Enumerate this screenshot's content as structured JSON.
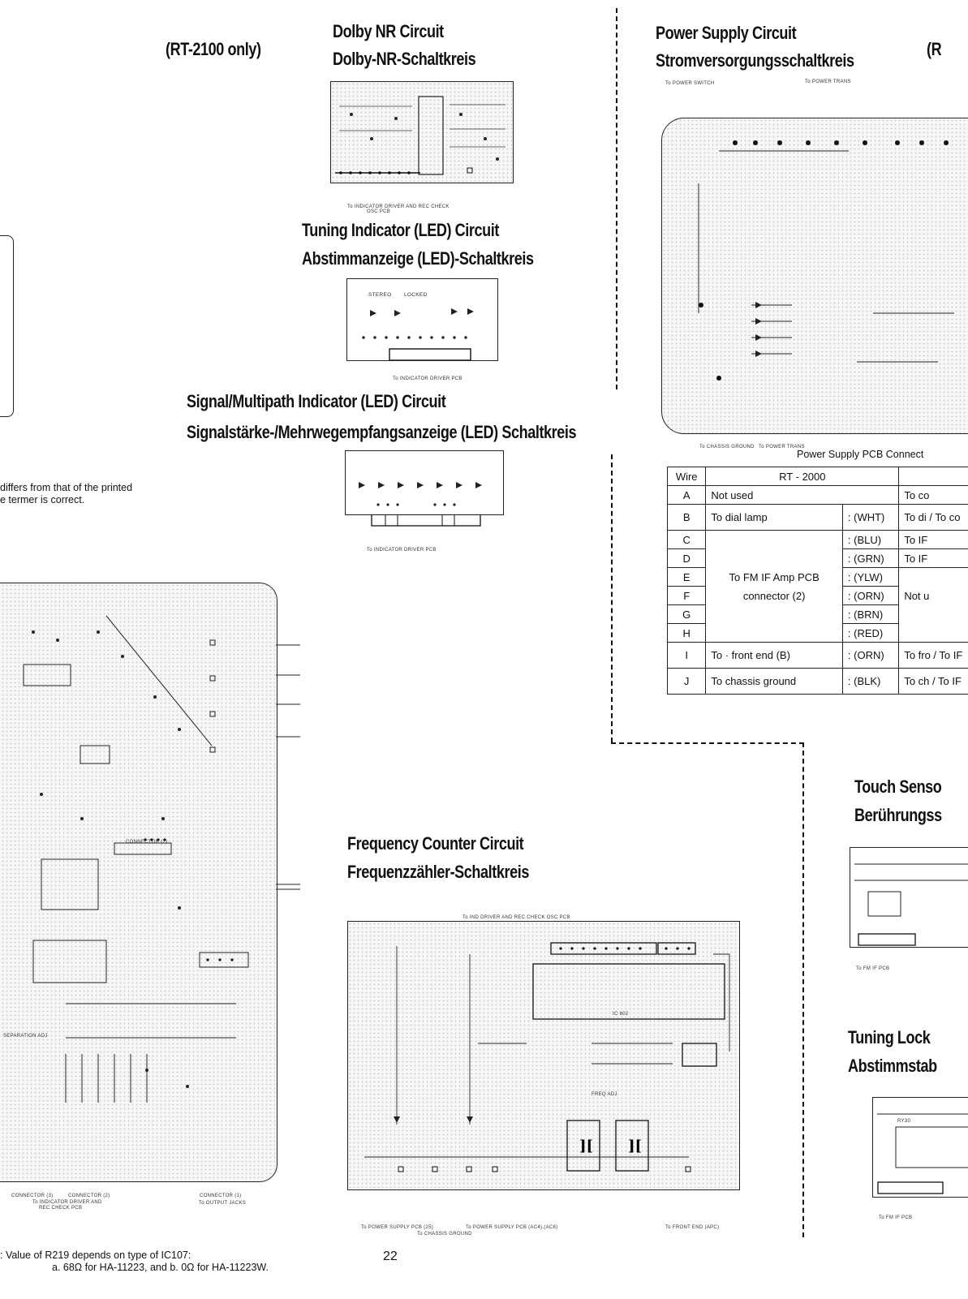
{
  "titles": {
    "rt2100_only": "(RT-2100 only)",
    "dolby_en": "Dolby NR Circuit",
    "dolby_de": "Dolby-NR-Schaltkreis",
    "tuning_en": "Tuning Indicator (LED) Circuit",
    "tuning_de": "Abstimmanzeige (LED)-Schaltkreis",
    "signal_en": "Signal/Multipath Indicator (LED) Circuit",
    "signal_de": "Signalstärke-/Mehrwegempfangsanzeige (LED) Schaltkreis",
    "power_en": "Power Supply Circuit",
    "power_de": "Stromversorgungsschaltkreis",
    "power_right_cut": "(R",
    "freq_en": "Frequency Counter Circuit",
    "freq_de": "Frequenzzähler-Schaltkreis",
    "touch_en": "Touch Senso",
    "touch_de": "Berührungss",
    "lock_en": "Tuning Lock",
    "lock_de": "Abstimmstab"
  },
  "notes": {
    "differs_1": "differs from that of the printed",
    "differs_2": "e termer is correct.",
    "r219_1": ":  Value of R219 depends on type of IC107:",
    "r219_2": "a.  68Ω for HA-11223, and  b.  0Ω for HA-11223W.",
    "page": "22"
  },
  "diagram_labels": {
    "dolby_bottom_1": "To INDICATOR DRIVER AND REC CHECK",
    "dolby_bottom_2": "OSC PCB",
    "tuning_stereo": "STEREO",
    "tuning_locked": "LOCKED",
    "tuning_bottom": "To INDICATOR DRIVER PCB",
    "signal_bottom": "To INDICATOR DRIVER PCB",
    "freq_top": "To IND DRIVER AND REC CHECK OSC PCB",
    "freq_ic": "IC 602",
    "freq_adj": "FREQ ADJ",
    "freq_b1": "To POWER SUPPLY PCB (25)",
    "freq_b2": "To CHASSIS GROUND",
    "freq_b3": "To POWER SUPPLY PCB (AC4),(AC6)",
    "freq_b4": "To FRONT END (APC)",
    "power_switch": "To POWER SWITCH",
    "power_trans": "To POWER TRANS",
    "power_chassis": "To CHASSIS GROUND",
    "power_trans_b": "To POWER TRANS",
    "main_connector3": "CONNECTOR (3)",
    "main_connector2": "CONNECTOR (2)",
    "main_connector1": "CONNECTOR (1)",
    "main_bottom_1": "To INDICATOR DRIVER AND",
    "main_bottom_2": "REC CHECK PCB",
    "main_output": "To OUTPUT JACKS",
    "main_separation": "SEPARATION ADJ",
    "main_connector_mid": "CONNECTOR (2)",
    "touch_bottom": "To FM IF PCB",
    "lock_bottom": "To FM IF PCB",
    "lock_ry": "RY30"
  },
  "table": {
    "caption": "Power Supply PCB Connect",
    "col_wire": "Wire",
    "col_rt2000": "RT - 2000",
    "rows": [
      {
        "wire": "A",
        "desc": "Not used",
        "color": "",
        "right": "To co"
      },
      {
        "wire": "B",
        "desc": "To dial lamp",
        "color": ": (WHT)",
        "right": "To di / To co"
      },
      {
        "wire": "C",
        "desc": "",
        "color": ": (BLU)",
        "right": "To IF"
      },
      {
        "wire": "D",
        "desc": "",
        "color": ": (GRN)",
        "right": "To IF"
      },
      {
        "wire": "E",
        "desc": "To FM IF Amp PCB",
        "color": ": (YLW)",
        "right": ""
      },
      {
        "wire": "F",
        "desc": "connector (2)",
        "color": ": (ORN)",
        "right": "Not u"
      },
      {
        "wire": "G",
        "desc": "",
        "color": ": (BRN)",
        "right": ""
      },
      {
        "wire": "H",
        "desc": "",
        "color": ": (RED)",
        "right": ""
      },
      {
        "wire": "I",
        "desc": "To · front end (B)",
        "color": ": (ORN)",
        "right": "To fro / To IF"
      },
      {
        "wire": "J",
        "desc": "To chassis ground",
        "color": ": (BLK)",
        "right": "To ch / To IF"
      }
    ]
  }
}
